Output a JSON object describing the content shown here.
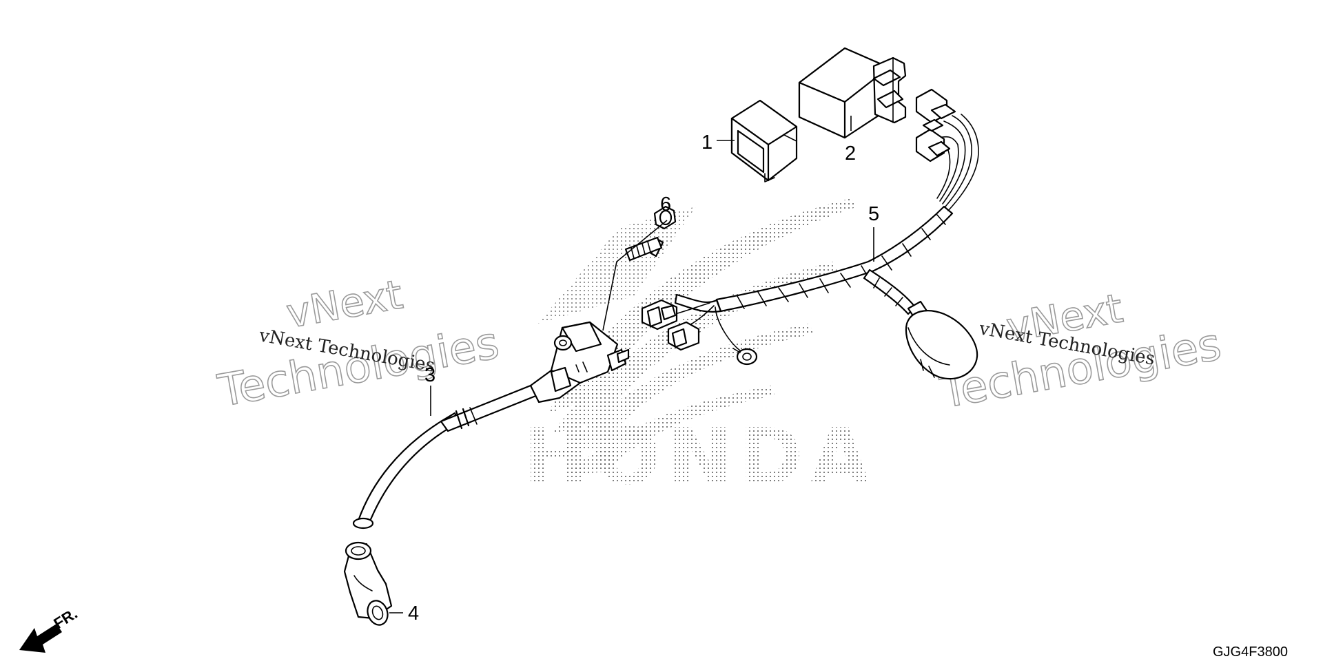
{
  "watermark": {
    "line1": "vNext",
    "line2": "Technologies",
    "caption": "vNext Technologies"
  },
  "logo_text": "HONDA",
  "callouts": [
    "1",
    "2",
    "3",
    "4",
    "5",
    "6"
  ],
  "diagram_code": "GJG4F3800",
  "direction_label": "FR."
}
